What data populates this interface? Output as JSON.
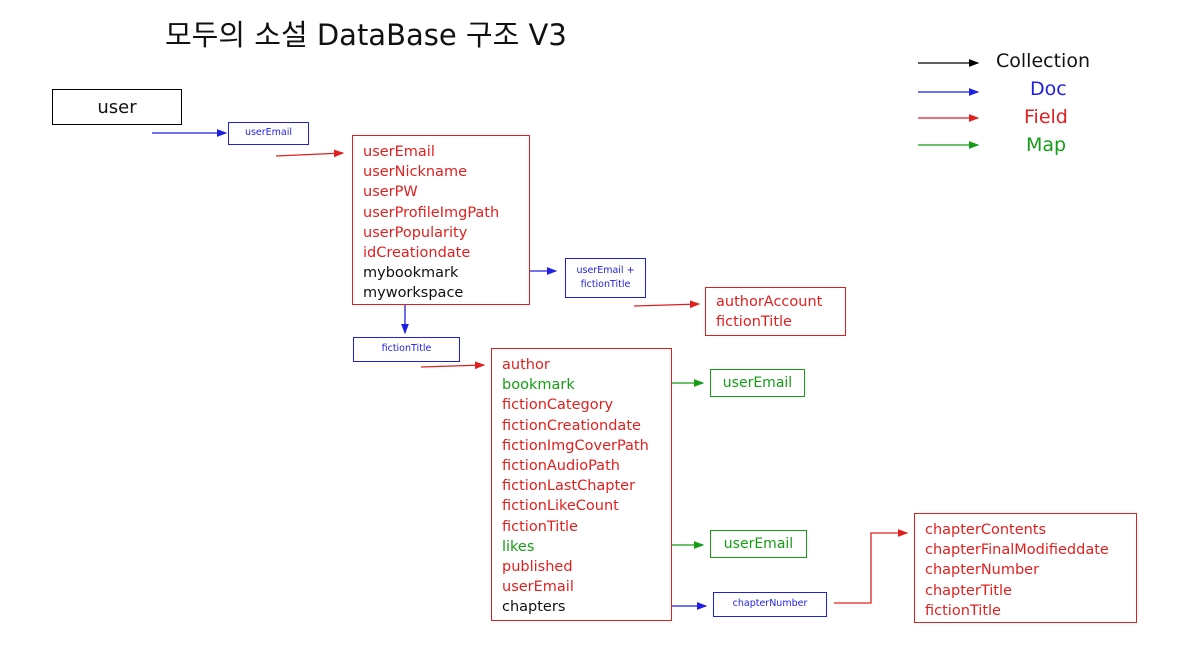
{
  "title": "모두의 소설 DataBase 구조 V3",
  "legend": [
    {
      "label": "Collection",
      "color": "#000000"
    },
    {
      "label": "Doc",
      "color": "#1f1fe0"
    },
    {
      "label": "Field",
      "color": "#e02020"
    },
    {
      "label": "Map",
      "color": "#159d15"
    }
  ],
  "nodes": {
    "user_collection": "user",
    "user_email_doc": "userEmail",
    "user_fields": [
      "userEmail",
      "userNickname",
      "userPW",
      "userProfileImgPath",
      "userPopularity",
      "idCreationdate",
      "mybookmark",
      "myworkspace"
    ],
    "bookmark_doc": [
      "userEmail +",
      "fictionTitle"
    ],
    "bookmark_fields": [
      "authorAccount",
      "fictionTitle"
    ],
    "fiction_title_doc": "fictionTitle",
    "fiction_fields": [
      "author",
      "bookmark",
      "fictionCategory",
      "fictionCreationdate",
      "fictionImgCoverPath",
      "fictionAudioPath",
      "fictionLastChapter",
      "fictionLikeCount",
      "fictionTitle",
      "likes",
      "published",
      "userEmail",
      "chapters"
    ],
    "bookmark_map": "userEmail",
    "likes_map": "userEmail",
    "chapter_number_doc": "chapterNumber",
    "chapter_fields": [
      "chapterContents",
      "chapterFinalModifieddate",
      "chapterNumber",
      "chapterTitle",
      "fictionTitle"
    ]
  }
}
